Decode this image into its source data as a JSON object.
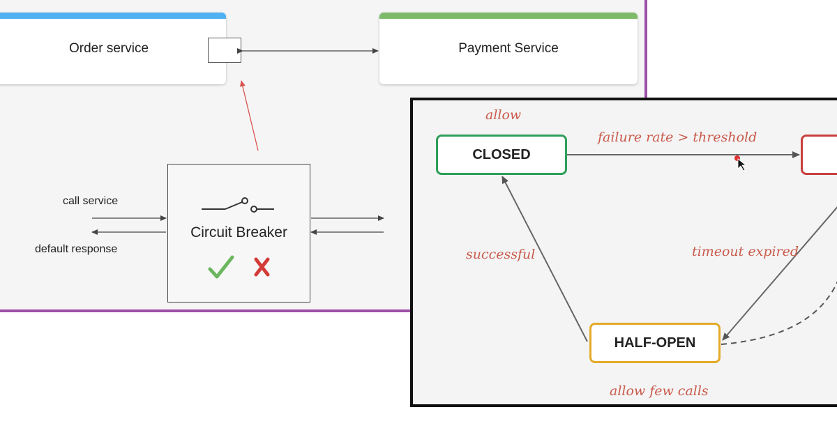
{
  "architecture": {
    "order_service": {
      "label": "Order service",
      "accent": "#4fb0f2"
    },
    "payment_service": {
      "label": "Payment Service",
      "accent": "#7fba6a"
    },
    "circuit_breaker": {
      "label": "Circuit Breaker",
      "icons": [
        "switch-icon",
        "checkmark-icon",
        "cross-icon"
      ]
    },
    "call_service_label": "call service",
    "default_response_label": "default response",
    "frame_color": "#9c4fa6"
  },
  "state_machine": {
    "states": {
      "closed": {
        "label": "CLOSED",
        "color": "#2f9e59"
      },
      "open": {
        "label": "",
        "color": "#c9403d"
      },
      "half_open": {
        "label": "HALF-OPEN",
        "color": "#e4aa27"
      }
    },
    "annotations": {
      "allow": "allow",
      "failure": "failure rate > threshold",
      "timeout": "timeout expired",
      "successful": "successful",
      "few_calls": "allow few calls"
    },
    "annotation_color": "#c95a4b"
  }
}
